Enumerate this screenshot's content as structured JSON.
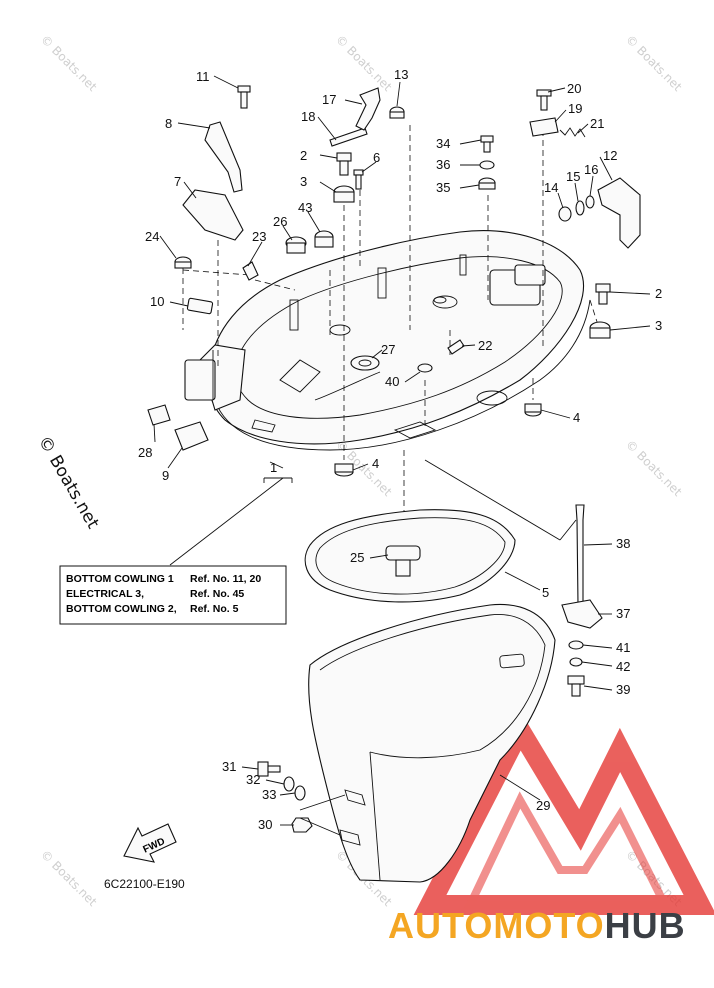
{
  "watermark_text": "© Boats.net",
  "side_watermark": "© Boats.net",
  "diagram_code": "6C22100-E190",
  "fwd_label": "FWD",
  "brand": {
    "part1": "AUTOMOTO",
    "part2": "HUB",
    "color1": "#f4a623",
    "color2": "#3b3f45",
    "logo_color": "#e53935"
  },
  "reference_box": {
    "rows": [
      {
        "name": "BOTTOM COWLING 1",
        "ref": "Ref. No. 11, 20"
      },
      {
        "name": "ELECTRICAL 3,",
        "ref": "Ref. No. 45"
      },
      {
        "name": "BOTTOM COWLING 2,",
        "ref": "Ref. No. 5"
      }
    ]
  },
  "callouts": [
    "1",
    "2",
    "2",
    "3",
    "3",
    "4",
    "4",
    "5",
    "6",
    "7",
    "8",
    "9",
    "10",
    "11",
    "12",
    "13",
    "14",
    "15",
    "16",
    "17",
    "18",
    "19",
    "20",
    "21",
    "22",
    "23",
    "24",
    "25",
    "26",
    "27",
    "28",
    "29",
    "30",
    "31",
    "32",
    "33",
    "34",
    "35",
    "36",
    "37",
    "38",
    "39",
    "40",
    "41",
    "42",
    "43"
  ]
}
